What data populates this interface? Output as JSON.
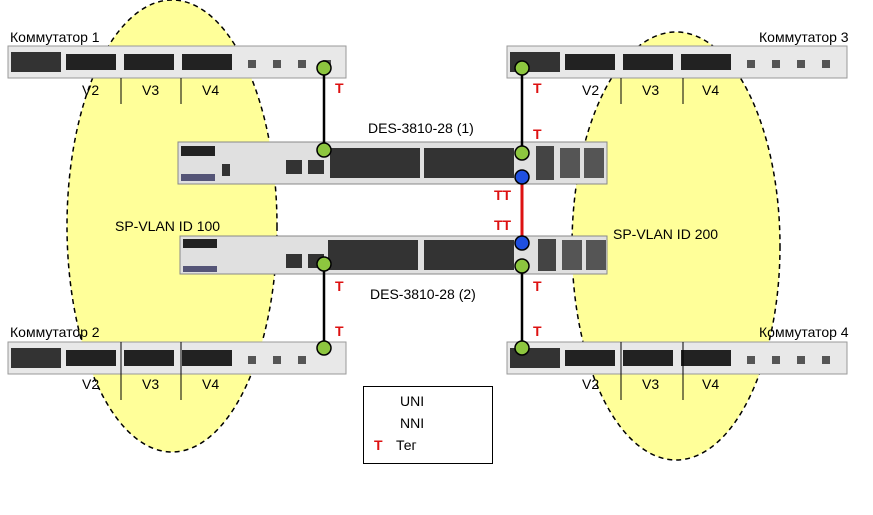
{
  "switches": {
    "sw1": "Коммутатор 1",
    "sw2": "Коммутатор 2",
    "sw3": "Коммутатор 3",
    "sw4": "Коммутатор 4"
  },
  "core": {
    "des1": "DES-3810-28 (1)",
    "des2": "DES-3810-28 (2)"
  },
  "vlans": {
    "v2": "V2",
    "v3": "V3",
    "v4": "V4"
  },
  "spvlan": {
    "left": "SP-VLAN ID 100",
    "right": "SP-VLAN ID 200"
  },
  "tags": {
    "single": "T",
    "double": "TT"
  },
  "legend": {
    "uni": "UNI",
    "nni": "NNI",
    "tag_symbol": "T",
    "tag_label": "Тег"
  },
  "colors": {
    "uni": "#8dc63f",
    "nni": "#1f4fe0",
    "tag": "#dd1111",
    "nni_link": "#dd1111",
    "ellipse": "#ffff99"
  }
}
